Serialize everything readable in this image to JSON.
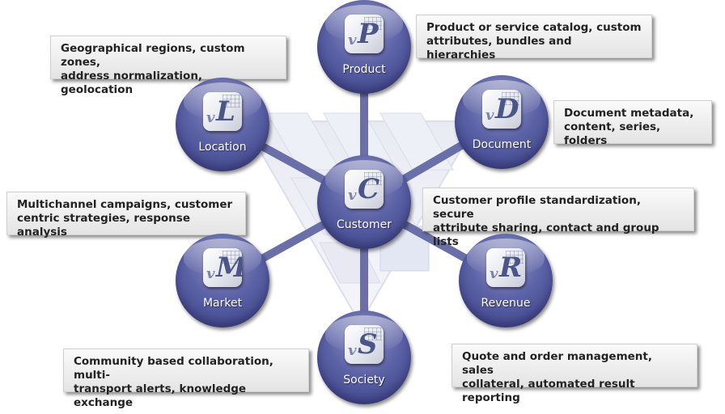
{
  "nodes": {
    "product": {
      "label": "Product",
      "letter": "P"
    },
    "location": {
      "label": "Location",
      "letter": "L"
    },
    "document": {
      "label": "Document",
      "letter": "D"
    },
    "customer": {
      "label": "Customer",
      "letter": "C"
    },
    "market": {
      "label": "Market",
      "letter": "M"
    },
    "revenue": {
      "label": "Revenue",
      "letter": "R"
    },
    "society": {
      "label": "Society",
      "letter": "S"
    }
  },
  "icon_prefix": "v",
  "descriptions": {
    "product": [
      "Product or service catalog, custom",
      "attributes, bundles and hierarchies"
    ],
    "location": [
      "Geographical regions, custom zones,",
      "address normalization, geolocation"
    ],
    "document": [
      "Document metadata,",
      "content, series, folders"
    ],
    "customer": [
      "Customer profile standardization, secure",
      "attribute sharing, contact and group lists"
    ],
    "market": [
      "Multichannel campaigns, customer",
      "centric strategies, response analysis"
    ],
    "revenue": [
      "Quote and order management, sales",
      "collateral, automated result reporting"
    ],
    "society": [
      "Community based collaboration, multi-",
      "transport alerts, knowledge exchange"
    ]
  },
  "colors": {
    "node": "#5c62a6",
    "spoke": "#6a6fa8",
    "box": "#eeeeee"
  }
}
